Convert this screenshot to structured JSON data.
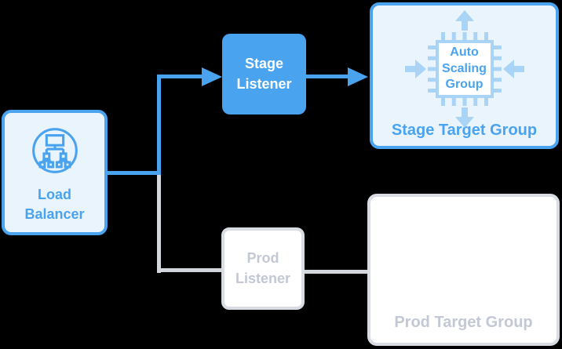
{
  "diagram": {
    "background": "#000000",
    "colors": {
      "accent_blue": "#4aa3ef",
      "light_blue_fill": "#eaf4fd",
      "pale_blue_icon": "#a9d4f6",
      "inactive_gray_border": "#d9dce3",
      "inactive_gray_text": "#c3c8d4",
      "inactive_gray_line": "#d3d6dd",
      "white": "#ffffff"
    },
    "nodes": {
      "load_balancer": {
        "label": "Load Balancer",
        "icon": "load-balancer-icon",
        "state": "active"
      },
      "stage_listener": {
        "label": "Stage Listener",
        "state": "active"
      },
      "prod_listener": {
        "label": "Prod Listener",
        "state": "inactive"
      },
      "stage_target_group": {
        "label": "Stage Target Group",
        "asg_label": "Auto Scaling Group",
        "icon": "auto-scaling-group-icon",
        "state": "active"
      },
      "prod_target_group": {
        "label": "Prod Target Group",
        "state": "inactive"
      }
    },
    "edges": [
      {
        "from": "load_balancer",
        "to": "stage_listener",
        "style": "blue-arrow"
      },
      {
        "from": "stage_listener",
        "to": "stage_target_group",
        "style": "blue-arrow"
      },
      {
        "from": "load_balancer",
        "to": "prod_listener",
        "style": "gray-line"
      },
      {
        "from": "prod_listener",
        "to": "prod_target_group",
        "style": "gray-line"
      }
    ]
  }
}
